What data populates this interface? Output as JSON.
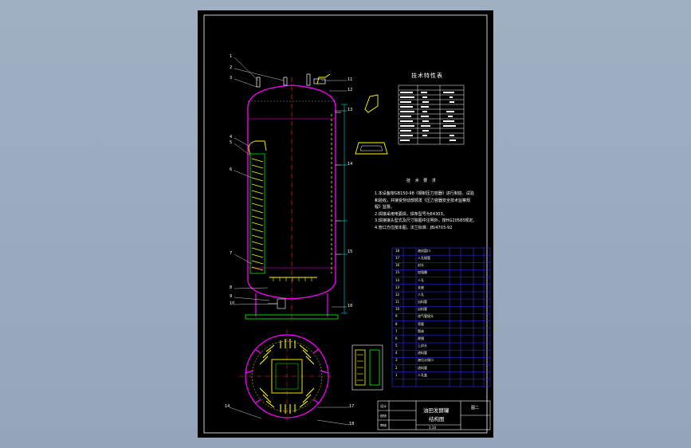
{
  "drawing": {
    "spec_table_title": "技术特性表",
    "notes_title": "技 术 要 求",
    "notes": [
      "1.本设备按GB150-98《钢制压力容器》进行制造、试验",
      "和验收，并接受劳动部颁发《压力容器安全技术监察规",
      "程》监督。",
      "2.焊接采用电弧焊，焊条型号为E4303。",
      "3.焊接接头型式及尺寸除图中注明外，按HG20583规定。",
      "4.管口方位按本图。法兰标准：JB/4703-92"
    ],
    "callouts_left": [
      "1",
      "2",
      "3",
      "4",
      "5",
      "6",
      "7",
      "8",
      "9",
      "10"
    ],
    "callouts_right": [
      "11",
      "12",
      "13",
      "14",
      "15",
      "16"
    ],
    "callouts_bottom": [
      "14",
      "17",
      "18"
    ],
    "parts": [
      {
        "no": "18",
        "name": "液封盘口"
      },
      {
        "no": "17",
        "name": "人孔接管"
      },
      {
        "no": "16",
        "name": "封头"
      },
      {
        "no": "15",
        "name": "加强圈"
      },
      {
        "no": "14",
        "name": "人孔"
      },
      {
        "no": "13",
        "name": "支座"
      },
      {
        "no": "12",
        "name": "人孔"
      },
      {
        "no": "11",
        "name": "出料管"
      },
      {
        "no": "10",
        "name": "出料管"
      },
      {
        "no": "9",
        "name": "进气管接头"
      },
      {
        "no": "8",
        "name": "弯管"
      },
      {
        "no": "7",
        "name": "筒体"
      },
      {
        "no": "6",
        "name": "视镜"
      },
      {
        "no": "5",
        "name": "上封头"
      },
      {
        "no": "4",
        "name": "进料管"
      },
      {
        "no": "3",
        "name": "液位计接口"
      },
      {
        "no": "2",
        "name": "进料管"
      },
      {
        "no": "1",
        "name": "人孔盖"
      }
    ],
    "title_block": {
      "title_line1": "油田发酵罐",
      "title_line2": "结构图",
      "drawing_no": "图二",
      "scale_label": "1:10",
      "col_labels": [
        "设计",
        "校核",
        "审核"
      ]
    },
    "colors": {
      "vessel": "#ff00ff",
      "centerline": "#ff3030",
      "coil": "#ffff00",
      "dims": "#00ffff",
      "frame": "#ffffff",
      "table": "#3030ff",
      "green": "#00ff00"
    }
  }
}
